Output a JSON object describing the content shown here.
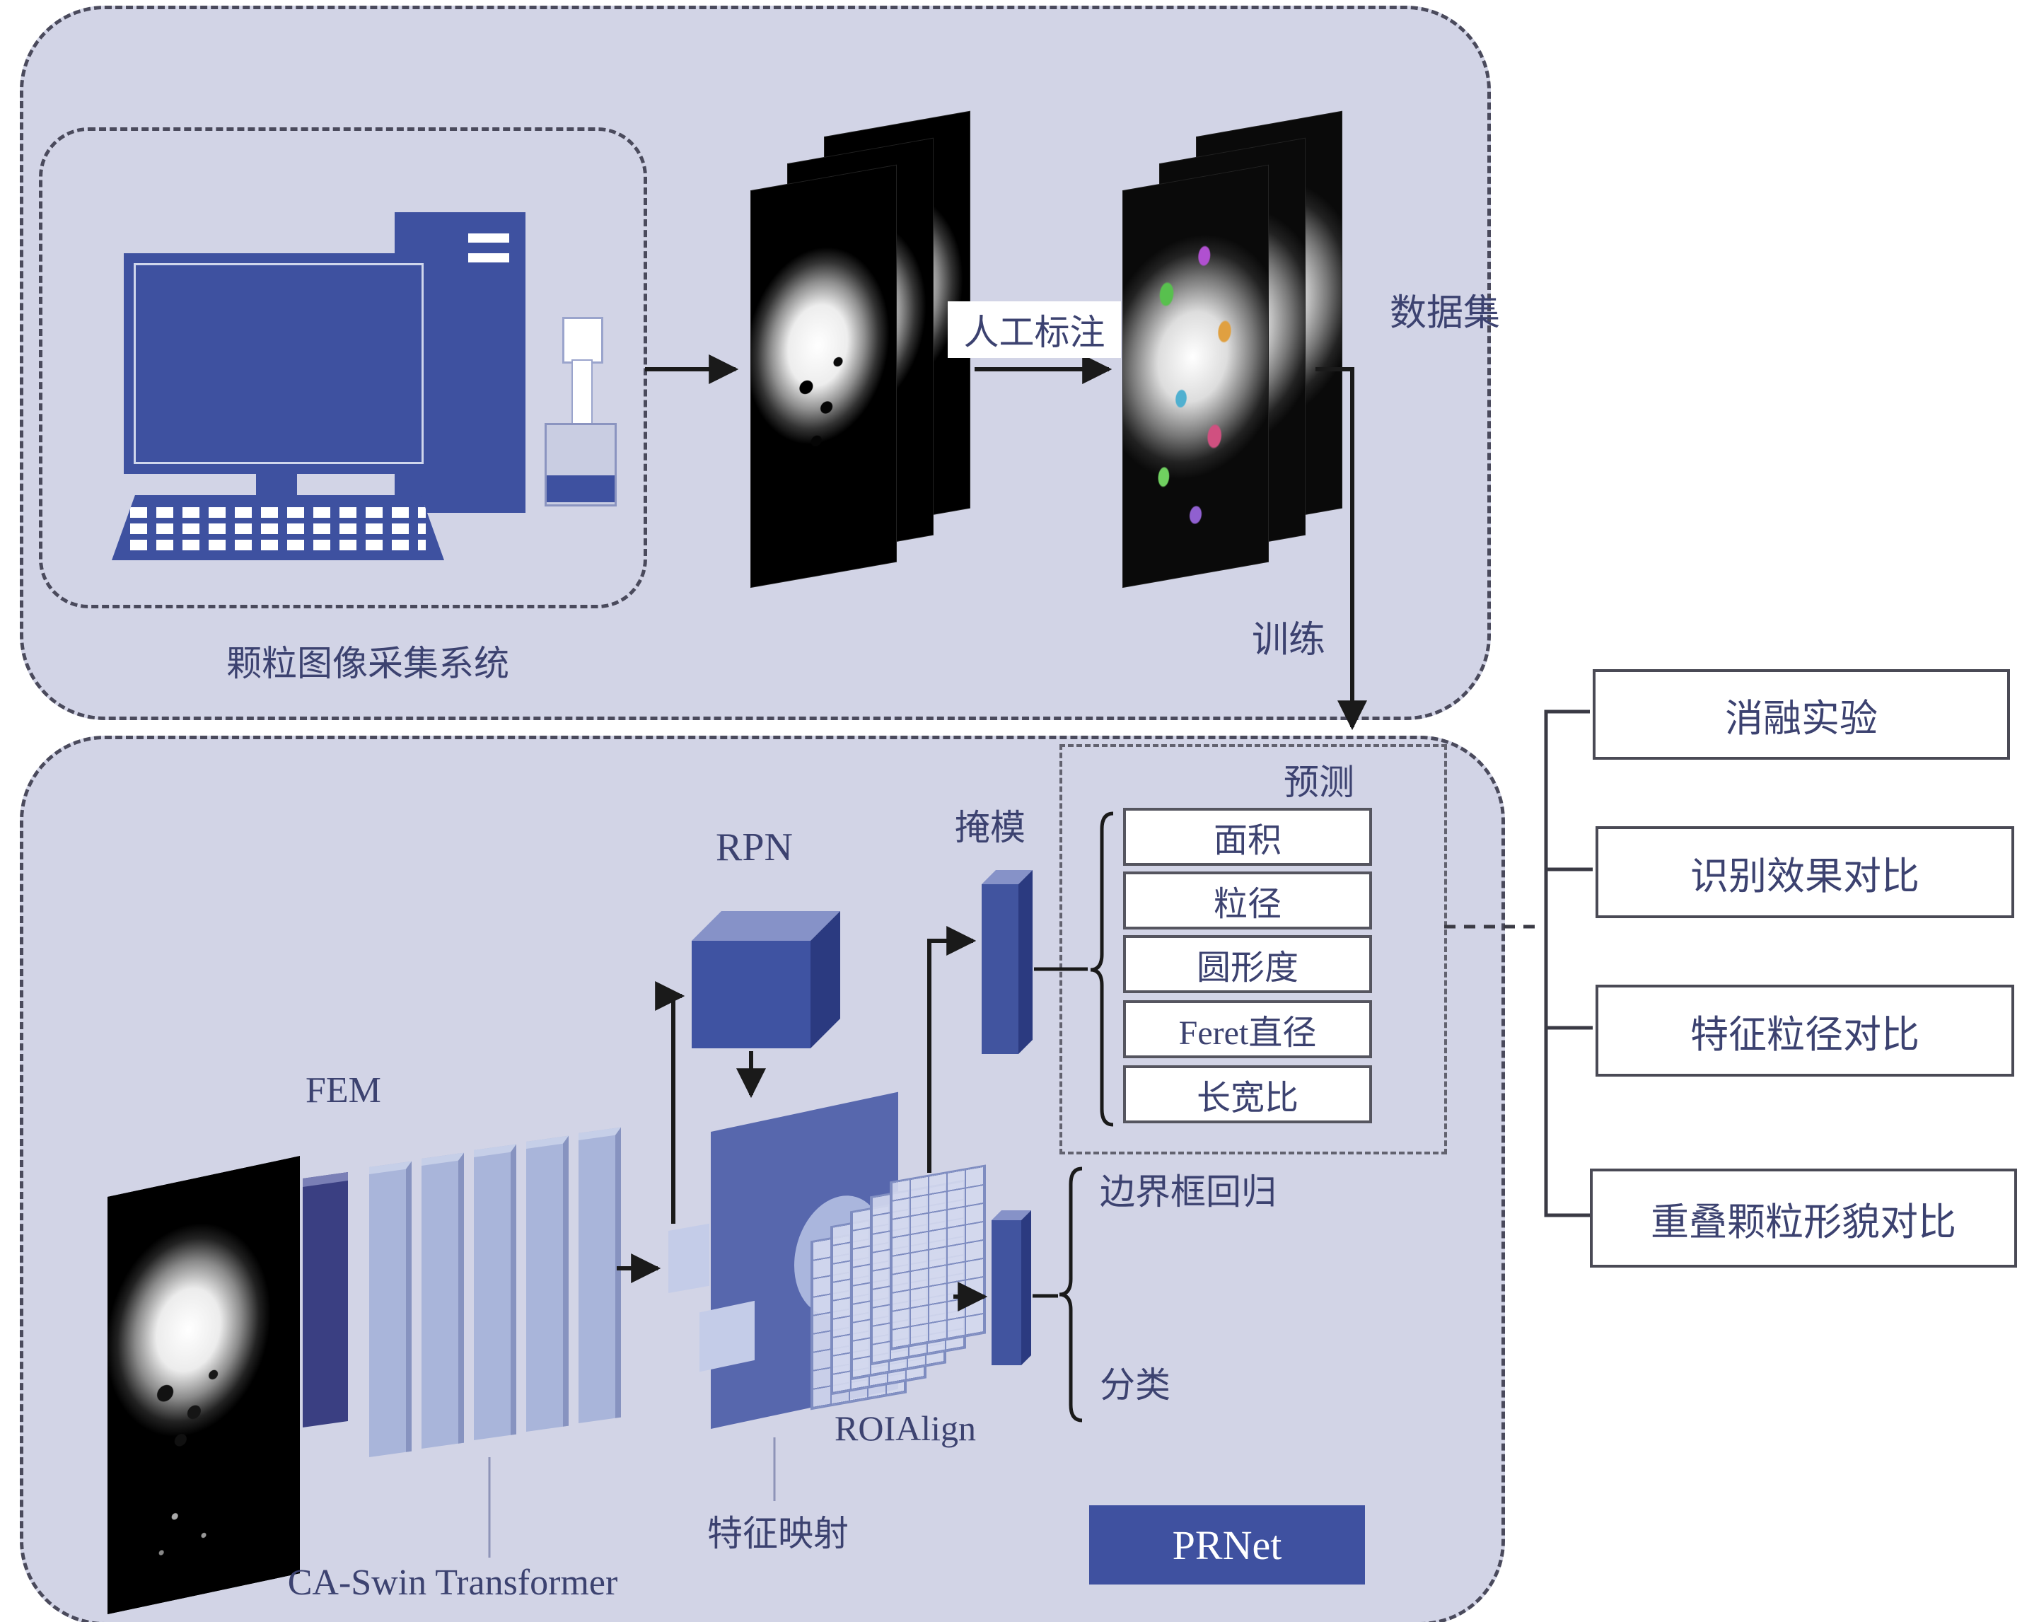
{
  "colors": {
    "panel_bg": "#d2d4e6",
    "accent_blue": "#3e51a0",
    "backbone_slab": "#a9b5da",
    "fem_slab": "#3a3f82",
    "text": "#3c4270",
    "prnet_bg": "#3f51a0",
    "box_border": "#4a4a55"
  },
  "top_panel": {
    "acquisition_system_label": "颗粒图像采集系统",
    "manual_annotation_label": "人工标注",
    "dataset_label": "数据集",
    "training_label": "训练"
  },
  "network": {
    "fem_label": "FEM",
    "backbone_label": "CA-Swin Transformer",
    "rpn_label": "RPN",
    "feature_map_label": "特征映射",
    "roialign_label": "ROIAlign",
    "mask_label": "掩模",
    "prediction_label": "预测",
    "prediction_items": [
      "面积",
      "粒径",
      "圆形度",
      "Feret直径",
      "长宽比"
    ],
    "bbox_regression_label": "边界框回归",
    "classification_label": "分类",
    "net_name": "PRNet"
  },
  "evaluation": {
    "items": [
      "消融实验",
      "识别效果对比",
      "特征粒径对比",
      "重叠颗粒形貌对比"
    ]
  }
}
